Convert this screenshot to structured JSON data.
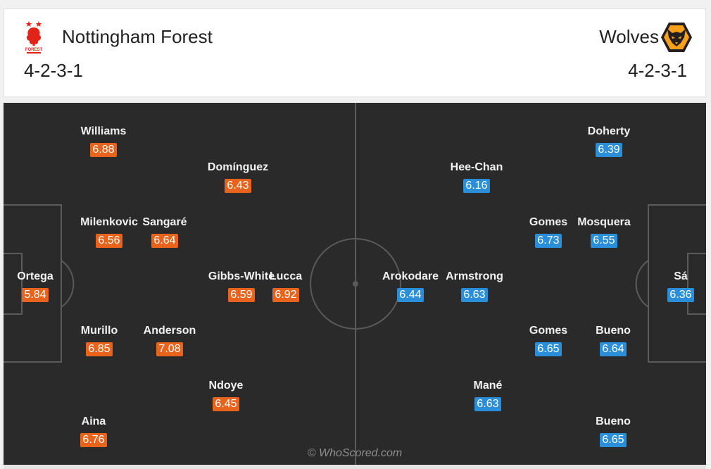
{
  "home": {
    "name": "Nottingham Forest",
    "formation": "4-2-3-1",
    "badge_icon": "nottingham-forest-crest-icon",
    "badge_text": "FOREST",
    "color": "#e8631b",
    "players": [
      {
        "name": "Williams",
        "rating": "6.88"
      },
      {
        "name": "Domínguez",
        "rating": "6.43"
      },
      {
        "name": "Milenkovic",
        "rating": "6.56"
      },
      {
        "name": "Sangaré",
        "rating": "6.64"
      },
      {
        "name": "Ortega",
        "rating": "5.84"
      },
      {
        "name": "Gibbs-White",
        "rating": "6.59"
      },
      {
        "name": "Lucca",
        "rating": "6.92"
      },
      {
        "name": "Murillo",
        "rating": "6.85"
      },
      {
        "name": "Anderson",
        "rating": "7.08"
      },
      {
        "name": "Ndoye",
        "rating": "6.45"
      },
      {
        "name": "Aina",
        "rating": "6.76"
      }
    ]
  },
  "away": {
    "name": "Wolves",
    "formation": "4-2-3-1",
    "badge_icon": "wolves-crest-icon",
    "color": "#2b8ed9",
    "players": [
      {
        "name": "Doherty",
        "rating": "6.39"
      },
      {
        "name": "Hee-Chan",
        "rating": "6.16"
      },
      {
        "name": "Gomes",
        "rating": "6.73"
      },
      {
        "name": "Mosquera",
        "rating": "6.55"
      },
      {
        "name": "Arokodare",
        "rating": "6.44"
      },
      {
        "name": "Armstrong",
        "rating": "6.63"
      },
      {
        "name": "Sá",
        "rating": "6.36"
      },
      {
        "name": "Gomes",
        "rating": "6.65"
      },
      {
        "name": "Bueno",
        "rating": "6.64"
      },
      {
        "name": "Mané",
        "rating": "6.63"
      },
      {
        "name": "Bueno",
        "rating": "6.65"
      }
    ]
  },
  "watermark": "© WhoScored.com",
  "colors": {
    "pitch": "#2a2a2a",
    "lines": "#5a5a5a"
  }
}
